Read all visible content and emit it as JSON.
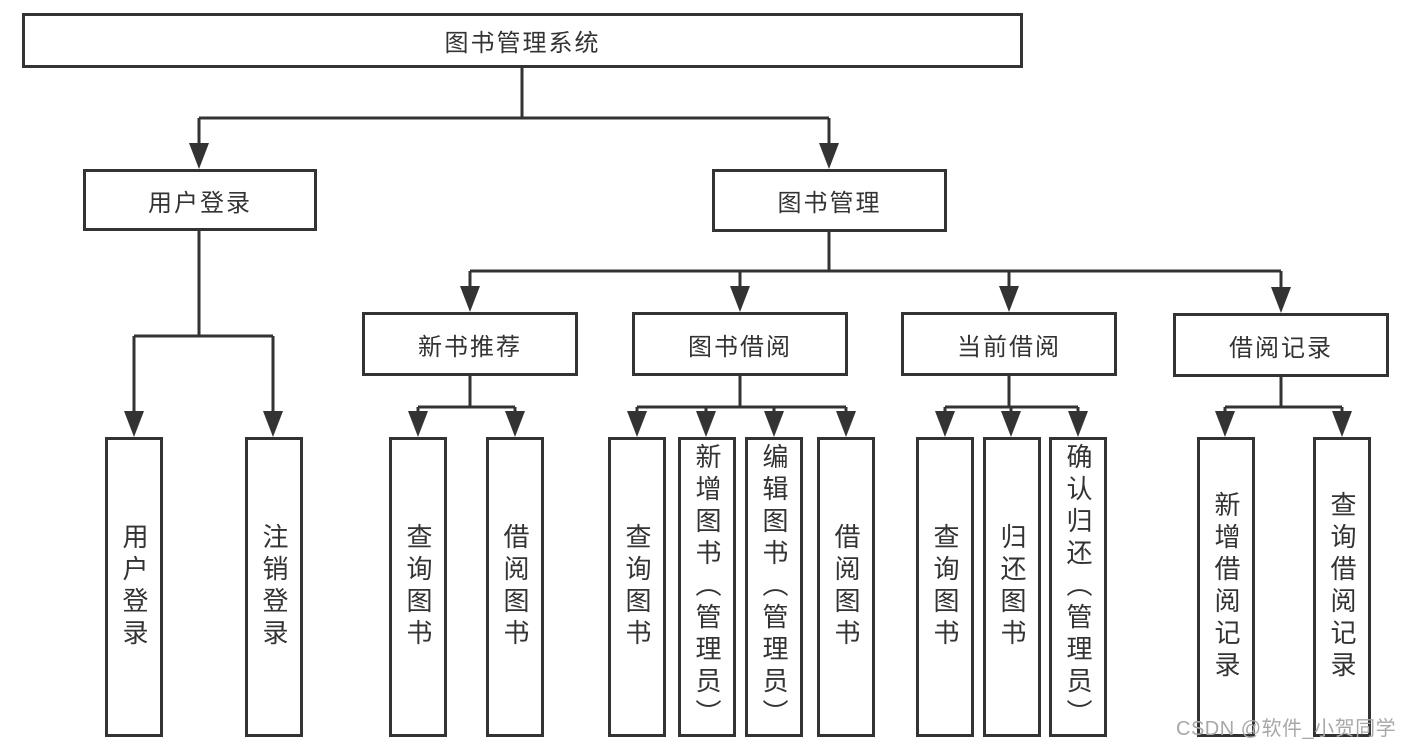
{
  "diagram": {
    "type": "hierarchy-tree",
    "root": "图书管理系统",
    "level2": {
      "user_login": "用户登录",
      "book_management": "图书管理"
    },
    "level3": {
      "new_book_recommend": "新书推荐",
      "book_borrow": "图书借阅",
      "current_borrow": "当前借阅",
      "borrow_records": "借阅记录"
    },
    "leaves": {
      "user_login_children": [
        "用户登录",
        "注销登录"
      ],
      "new_book_children": [
        "查询图书",
        "借阅图书"
      ],
      "book_borrow_children": [
        "查询图书",
        "新增图书（管理员）",
        "编辑图书（管理员）",
        "借阅图书"
      ],
      "current_borrow_children": [
        "查询图书",
        "归还图书",
        "确认归还（管理员）"
      ],
      "borrow_records_children": [
        "新增借阅记录",
        "查询借阅记录"
      ]
    }
  },
  "watermark": "CSDN @软件_小贺同学",
  "colors": {
    "line": "#333333",
    "text": "#333333",
    "box_background": "#ffffff",
    "watermark": "#a8a8a8",
    "background": "#ffffff"
  }
}
